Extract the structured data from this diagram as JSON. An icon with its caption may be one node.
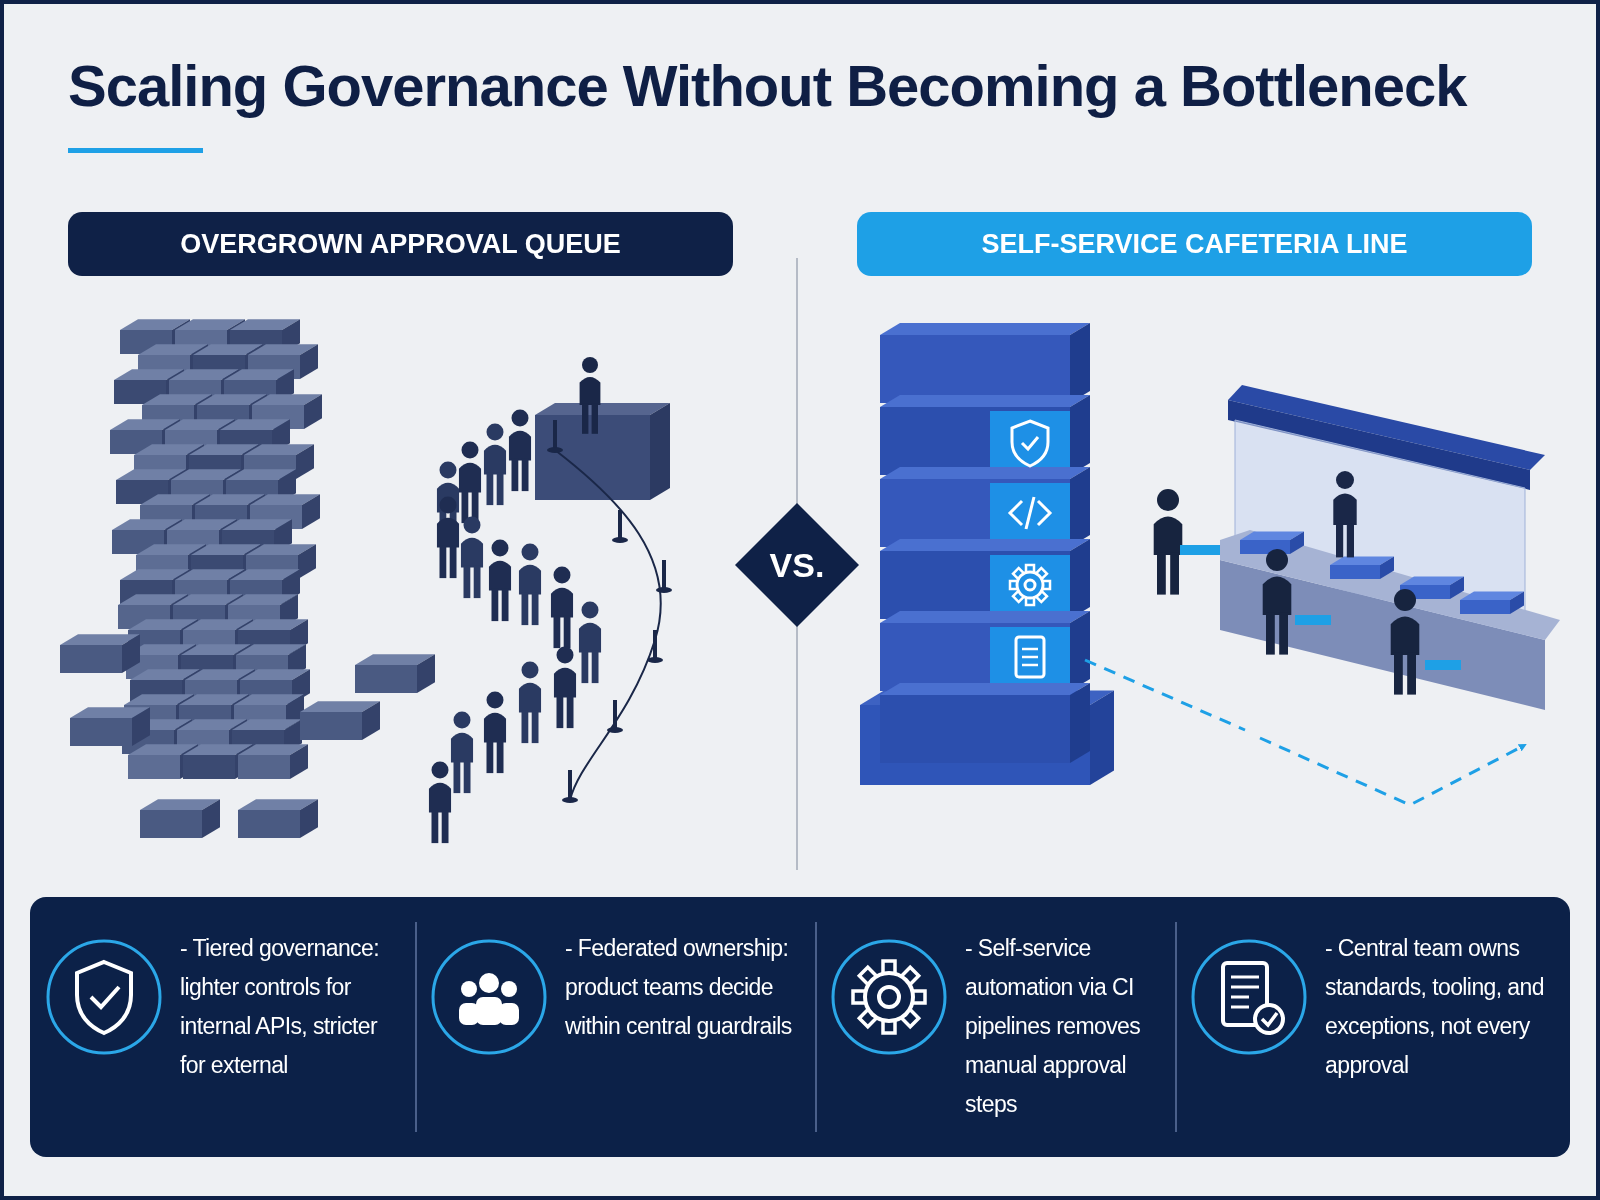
{
  "diagram": {
    "title": "Scaling Governance Without Becoming a Bottleneck",
    "nodes": [
      {
        "text": [
          "OVERGROWN APPROVAL QUEUE"
        ]
      },
      {
        "text": [
          "SELF-SERVICE CAFETERIA LINE"
        ]
      },
      {
        "text": [
          "VS."
        ]
      },
      {
        "text": [],
        "shape": "box"
      },
      {
        "text": [
          "- Tiered governance: lighter controls for internal APIs, stricter for external"
        ],
        "in": 3
      },
      {
        "text": [
          "- Federated ownership: product teams decide within central guardrails"
        ],
        "in": 3
      },
      {
        "text": [
          "- Self-service automation via CI pipelines removes manual approval steps"
        ],
        "in": 3
      },
      {
        "text": [
          "- Central team owns standards, tooling, and exceptions, not every approval"
        ],
        "in": 3
      }
    ],
    "edges": []
  }
}
